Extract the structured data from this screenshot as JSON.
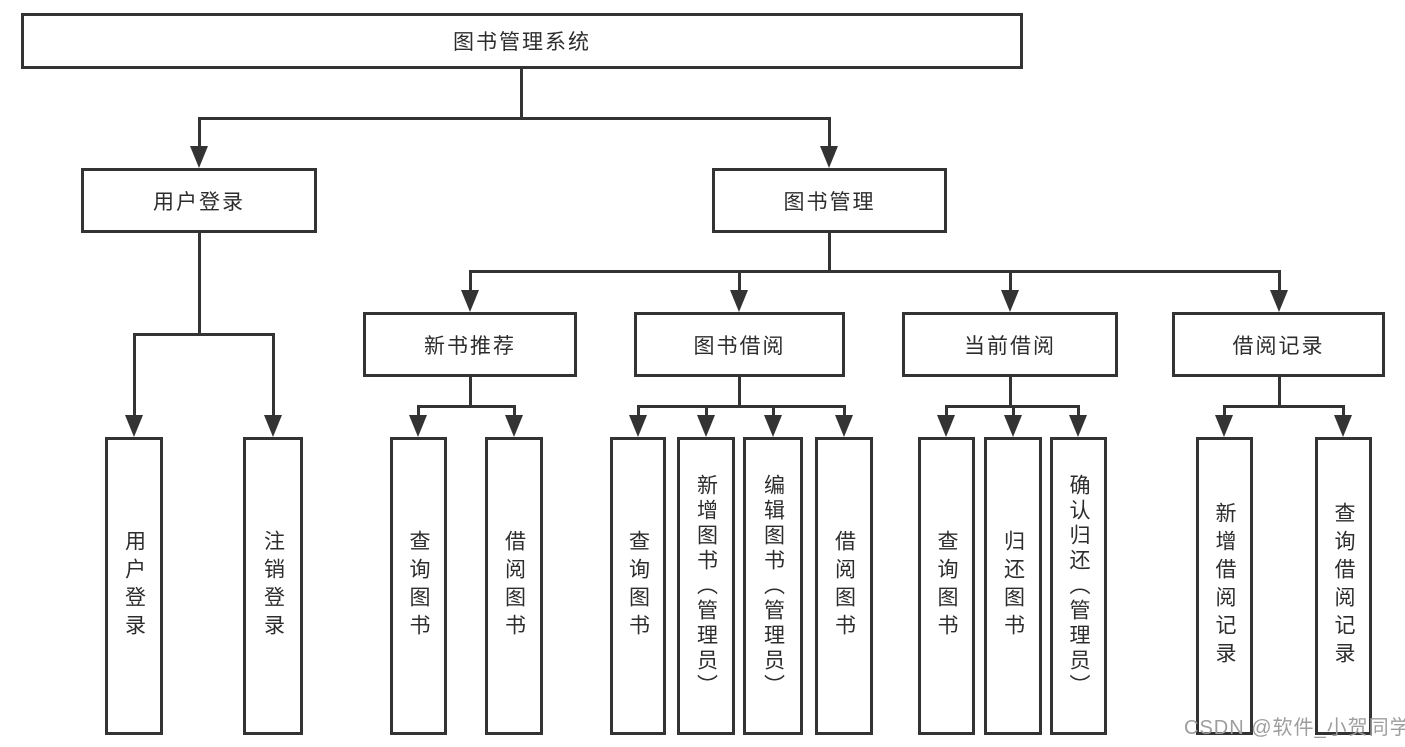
{
  "diagram": {
    "title": "图书管理系统",
    "nodes": {
      "root": {
        "label": "图书管理系统"
      },
      "level2": [
        {
          "label": "用户登录"
        },
        {
          "label": "图书管理"
        }
      ],
      "level3": [
        {
          "label": "新书推荐",
          "parent": "图书管理"
        },
        {
          "label": "图书借阅",
          "parent": "图书管理"
        },
        {
          "label": "当前借阅",
          "parent": "图书管理"
        },
        {
          "label": "借阅记录",
          "parent": "图书管理"
        }
      ],
      "leaves": [
        {
          "label": "用户登录",
          "parent": "用户登录"
        },
        {
          "label": "注销登录",
          "parent": "用户登录"
        },
        {
          "label": "查询图书",
          "parent": "新书推荐"
        },
        {
          "label": "借阅图书",
          "parent": "新书推荐"
        },
        {
          "label": "查询图书",
          "parent": "图书借阅"
        },
        {
          "label": "新增图书（管理员）",
          "parent": "图书借阅"
        },
        {
          "label": "编辑图书（管理员）",
          "parent": "图书借阅"
        },
        {
          "label": "借阅图书",
          "parent": "图书借阅"
        },
        {
          "label": "查询图书",
          "parent": "当前借阅"
        },
        {
          "label": "归还图书",
          "parent": "当前借阅"
        },
        {
          "label": "确认归还（管理员）",
          "parent": "当前借阅"
        },
        {
          "label": "新增借阅记录",
          "parent": "借阅记录"
        },
        {
          "label": "查询借阅记录",
          "parent": "借阅记录"
        }
      ]
    },
    "watermark": "CSDN @软件_小贺同学",
    "colors": {
      "line": "#333333",
      "box_background": "#ffffff",
      "text": "#2d2d2d",
      "watermark": "#9e9e9e"
    }
  }
}
